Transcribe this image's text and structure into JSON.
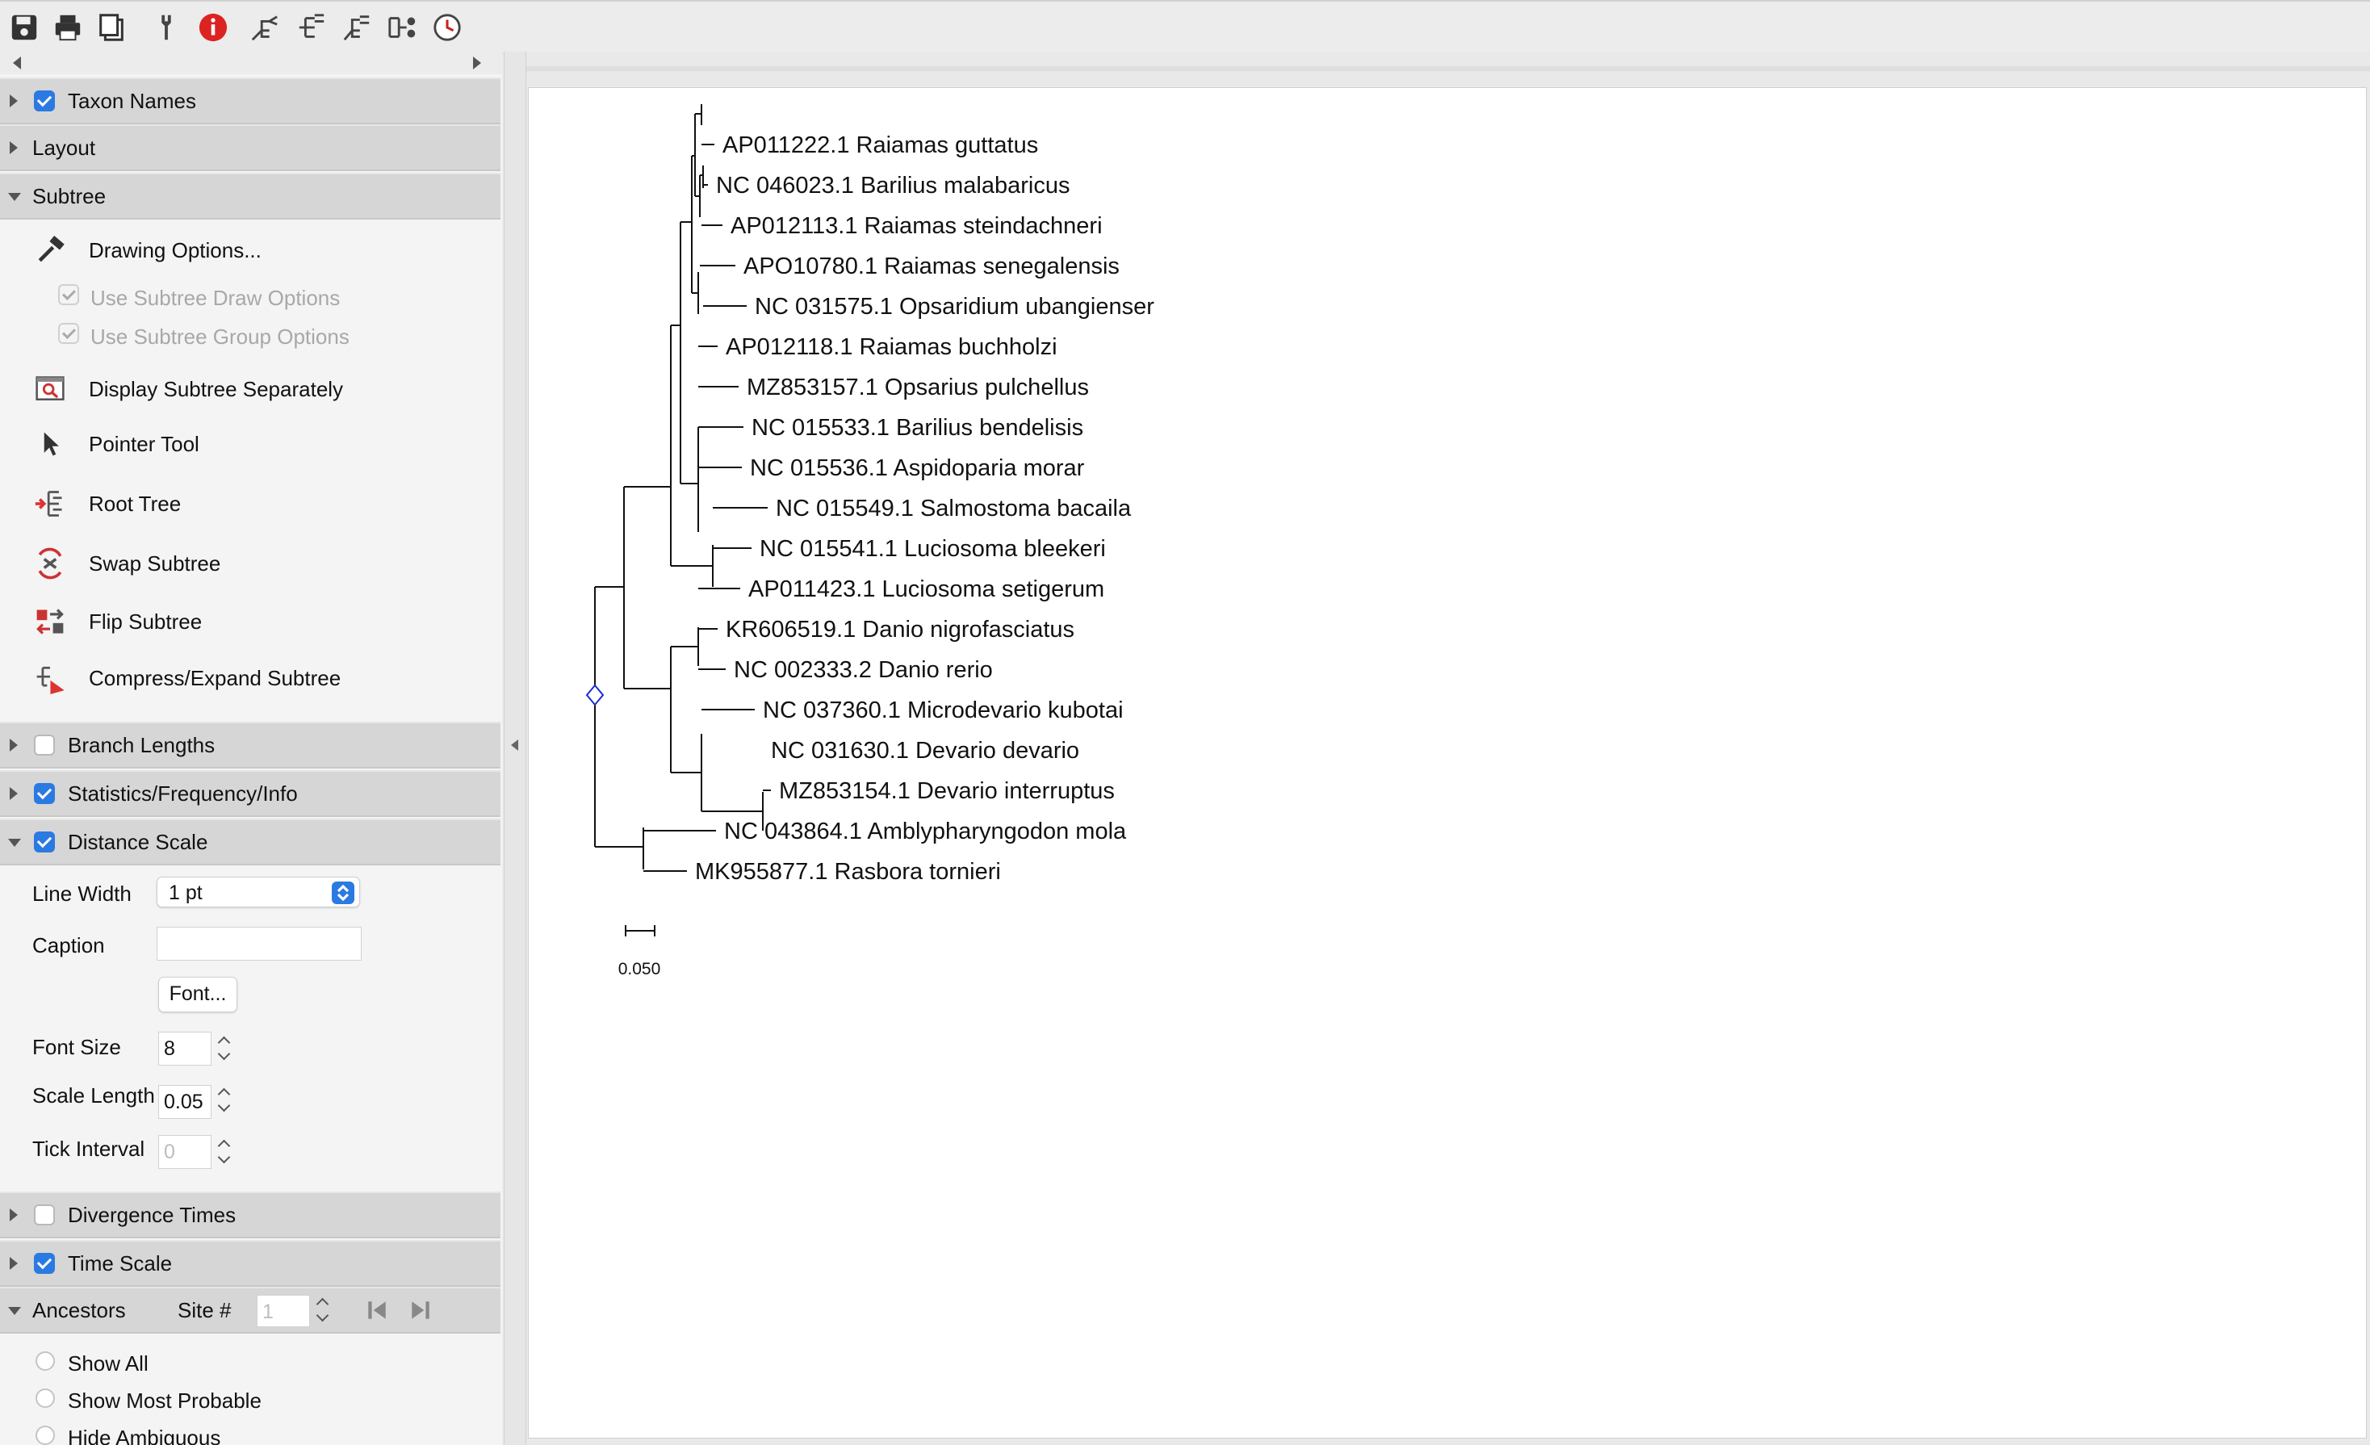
{
  "toolbar": {
    "buttons": [
      {
        "name": "save-icon"
      },
      {
        "name": "print-icon"
      },
      {
        "name": "copy-icon"
      },
      {
        "name": "wrench-icon"
      },
      {
        "name": "info-icon"
      },
      {
        "name": "tree-layout-icon"
      },
      {
        "name": "tree-layout-alt-icon"
      },
      {
        "name": "tree-compress-icon"
      },
      {
        "name": "tree-topology-icon"
      },
      {
        "name": "clock-icon"
      }
    ]
  },
  "panel": {
    "taxon_names": {
      "label": "Taxon Names",
      "checked": true
    },
    "layout": {
      "label": "Layout"
    },
    "subtree": {
      "label": "Subtree",
      "drawing_options": "Drawing Options...",
      "use_draw_options": "Use Subtree Draw Options",
      "use_group_options": "Use Subtree Group Options",
      "display_separately": "Display Subtree Separately",
      "pointer_tool": "Pointer Tool",
      "root_tree": "Root Tree",
      "swap_subtree": "Swap Subtree",
      "flip_subtree": "Flip Subtree",
      "compress_expand": "Compress/Expand Subtree"
    },
    "branch_lengths": {
      "label": "Branch Lengths",
      "checked": false
    },
    "statistics": {
      "label": "Statistics/Frequency/Info",
      "checked": true
    },
    "distance_scale": {
      "label": "Distance Scale",
      "checked": true,
      "line_width_label": "Line Width",
      "line_width_value": "1 pt",
      "caption_label": "Caption",
      "caption_value": "",
      "font_button": "Font...",
      "font_size_label": "Font Size",
      "font_size_value": "8",
      "scale_length_label": "Scale Length",
      "scale_length_value": "0.05",
      "tick_interval_label": "Tick Interval",
      "tick_interval_value": "0"
    },
    "divergence_times": {
      "label": "Divergence Times",
      "checked": false
    },
    "time_scale": {
      "label": "Time Scale",
      "checked": true
    },
    "ancestors": {
      "label": "Ancestors",
      "site_label": "Site #",
      "site_value": "1",
      "show_all": "Show All",
      "show_most_probable": "Show Most Probable",
      "hide_ambiguous": "Hide Ambiguous"
    }
  },
  "tree": {
    "taxa": [
      "AP011222.1 Raiamas guttatus",
      "NC 046023.1 Barilius malabaricus",
      "AP012113.1 Raiamas steindachneri",
      "APO10780.1 Raiamas senegalensis",
      "NC 031575.1 Opsaridium ubangienser",
      "AP012118.1 Raiamas buchholzi",
      "MZ853157.1 Opsarius pulchellus",
      "NC 015533.1 Barilius bendelisis",
      "NC 015536.1 Aspidoparia morar",
      "NC 015549.1 Salmostoma bacaila",
      "NC 015541.1 Luciosoma bleekeri",
      "AP011423.1 Luciosoma setigerum",
      "KR606519.1 Danio nigrofasciatus",
      "NC 002333.2 Danio rerio",
      "NC 037360.1 Microdevario kubotai",
      "NC 031630.1 Devario devario",
      "MZ853154.1 Devario interruptus",
      "NC 043864.1 Amblypharyngodon mola",
      "MK955877.1 Rasbora tornieri"
    ],
    "scale_label": "0.050"
  }
}
